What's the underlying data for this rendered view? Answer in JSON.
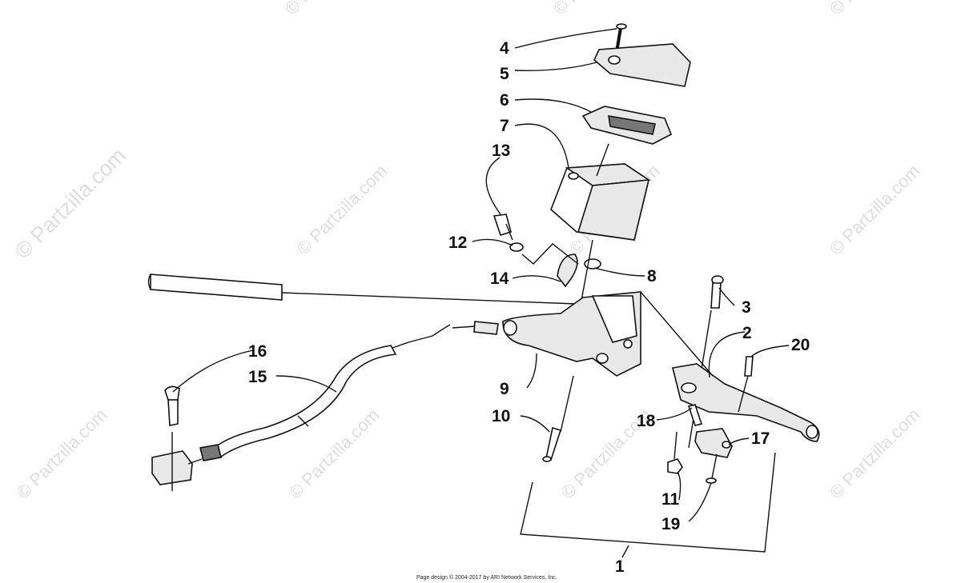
{
  "watermark": "© Partzilla.com",
  "footer": "Page design © 2004-2017 by ARI Network Services, Inc.",
  "callouts": [
    "1",
    "2",
    "3",
    "4",
    "5",
    "6",
    "7",
    "8",
    "9",
    "10",
    "11",
    "12",
    "13",
    "14",
    "15",
    "16",
    "17",
    "18",
    "19",
    "20"
  ]
}
